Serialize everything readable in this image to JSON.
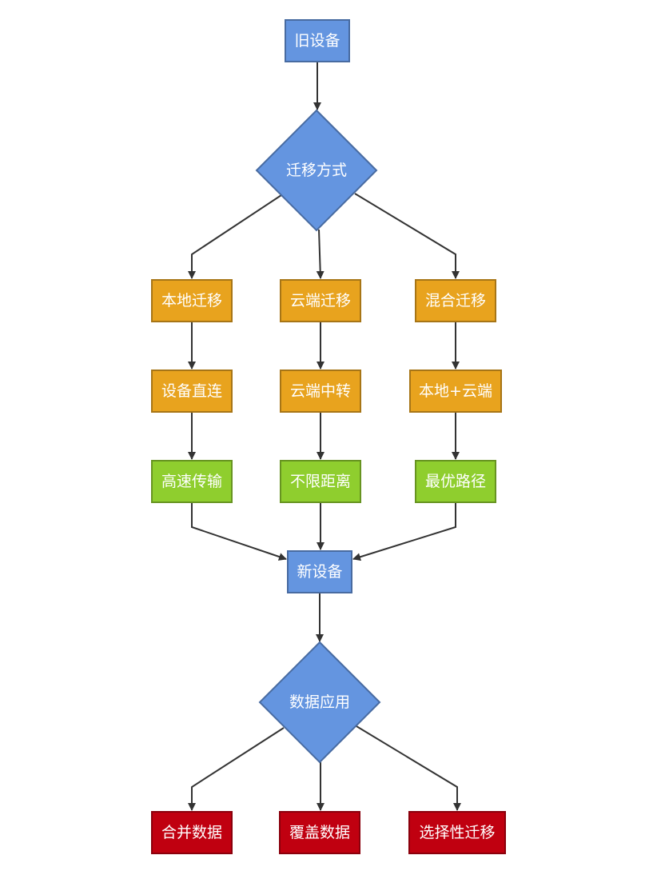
{
  "flowchart": {
    "nodes": {
      "old_device": {
        "label": "旧设备",
        "shape": "rect",
        "color": "#6495e0"
      },
      "migration_method": {
        "label": "迁移方式",
        "shape": "diamond",
        "color": "#6495e0"
      },
      "local_migration": {
        "label": "本地迁移",
        "shape": "rect",
        "color": "#e8a31e"
      },
      "cloud_migration": {
        "label": "云端迁移",
        "shape": "rect",
        "color": "#e8a31e"
      },
      "hybrid_migration": {
        "label": "混合迁移",
        "shape": "rect",
        "color": "#e8a31e"
      },
      "direct_connect": {
        "label": "设备直连",
        "shape": "rect",
        "color": "#e8a31e"
      },
      "cloud_relay": {
        "label": "云端中转",
        "shape": "rect",
        "color": "#e8a31e"
      },
      "local_plus_cloud": {
        "label": "本地+云端",
        "shape": "rect",
        "color": "#e8a31e"
      },
      "high_speed": {
        "label": "高速传输",
        "shape": "rect",
        "color": "#8fce2e"
      },
      "unlimited_distance": {
        "label": "不限距离",
        "shape": "rect",
        "color": "#8fce2e"
      },
      "optimal_path": {
        "label": "最优路径",
        "shape": "rect",
        "color": "#8fce2e"
      },
      "new_device": {
        "label": "新设备",
        "shape": "rect",
        "color": "#6495e0"
      },
      "data_application": {
        "label": "数据应用",
        "shape": "diamond",
        "color": "#6495e0"
      },
      "merge_data": {
        "label": "合并数据",
        "shape": "rect",
        "color": "#c00010"
      },
      "overwrite_data": {
        "label": "覆盖数据",
        "shape": "rect",
        "color": "#c00010"
      },
      "selective_migration": {
        "label": "选择性迁移",
        "shape": "rect",
        "color": "#c00010"
      }
    },
    "edges": [
      [
        "old_device",
        "migration_method"
      ],
      [
        "migration_method",
        "local_migration"
      ],
      [
        "migration_method",
        "cloud_migration"
      ],
      [
        "migration_method",
        "hybrid_migration"
      ],
      [
        "local_migration",
        "direct_connect"
      ],
      [
        "cloud_migration",
        "cloud_relay"
      ],
      [
        "hybrid_migration",
        "local_plus_cloud"
      ],
      [
        "direct_connect",
        "high_speed"
      ],
      [
        "cloud_relay",
        "unlimited_distance"
      ],
      [
        "local_plus_cloud",
        "optimal_path"
      ],
      [
        "high_speed",
        "new_device"
      ],
      [
        "unlimited_distance",
        "new_device"
      ],
      [
        "optimal_path",
        "new_device"
      ],
      [
        "new_device",
        "data_application"
      ],
      [
        "data_application",
        "merge_data"
      ],
      [
        "data_application",
        "overwrite_data"
      ],
      [
        "data_application",
        "selective_migration"
      ]
    ],
    "colors": {
      "edge": "#333333"
    }
  }
}
